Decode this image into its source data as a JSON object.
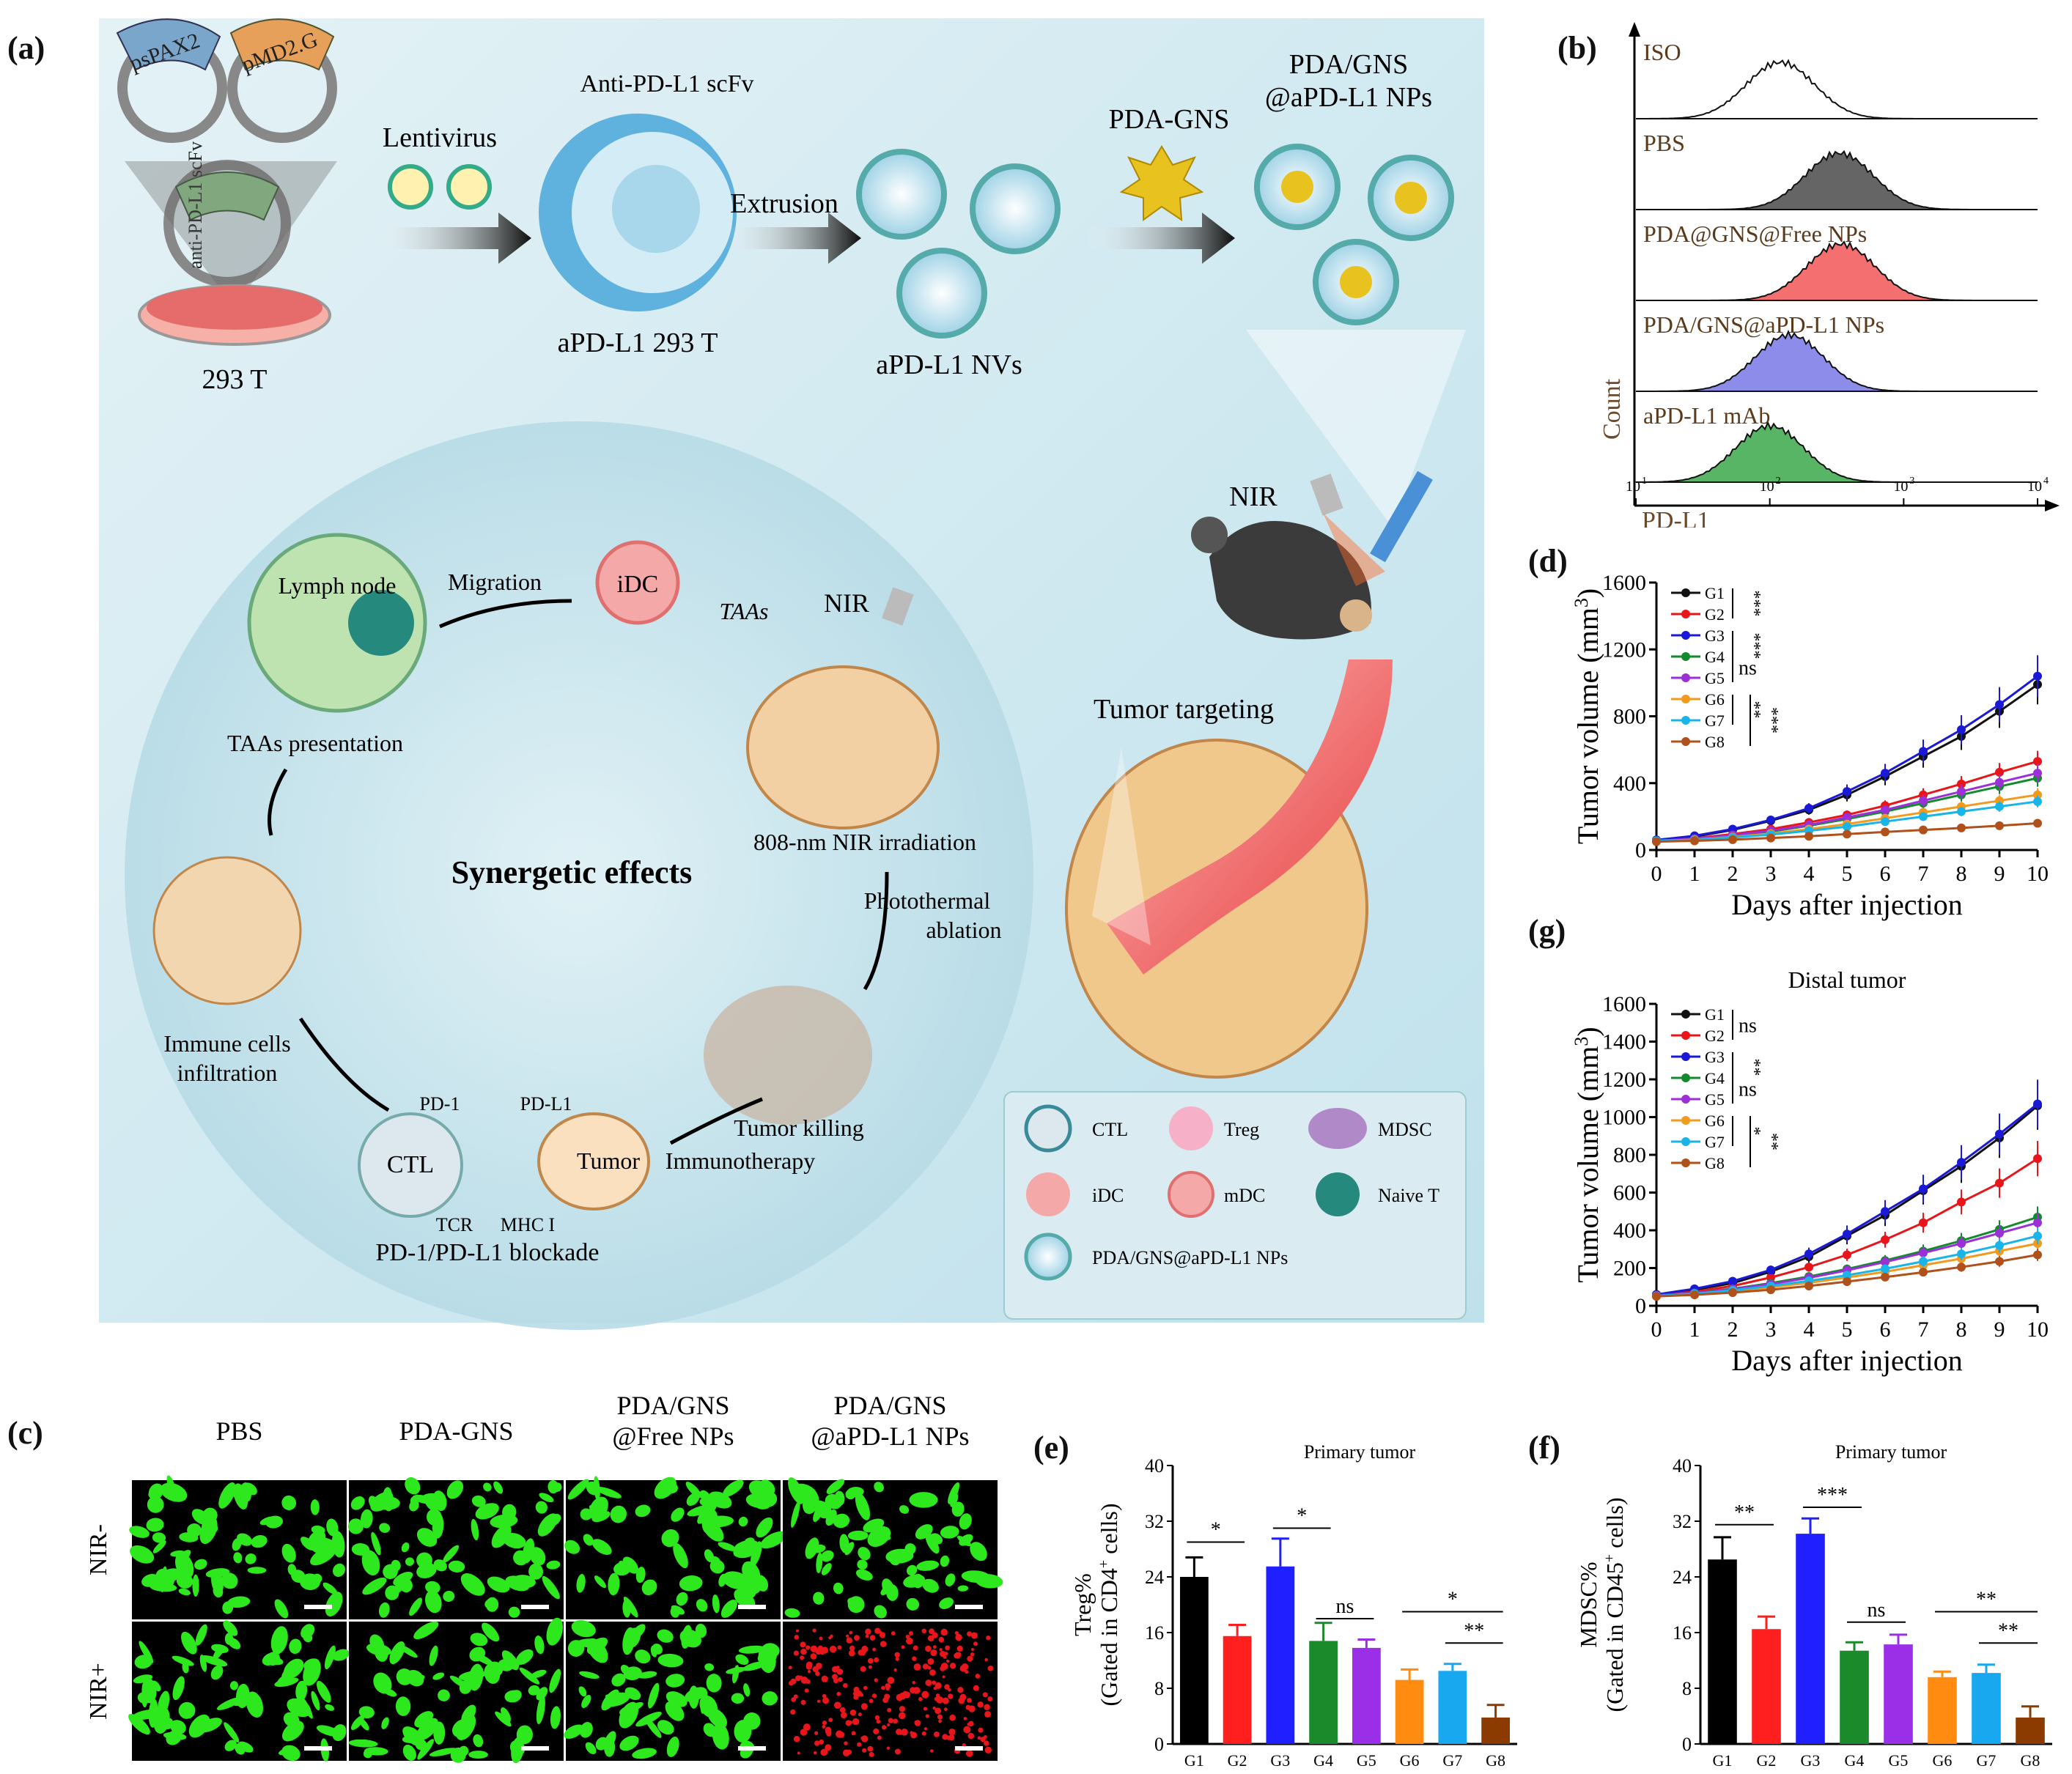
{
  "panel_labels": {
    "a": "(a)",
    "b": "(b)",
    "c": "(c)",
    "d": "(d)",
    "e": "(e)",
    "f": "(f)",
    "g": "(g)"
  },
  "schematic": {
    "plasmids": [
      "psPAX2",
      "pMD2.G",
      "anti-PD-L1 scFv"
    ],
    "cell_293t": "293 T",
    "lentivirus": "Lentivirus",
    "antibody_label": "Anti-PD-L1 scFv",
    "cell_apd": "aPD-L1 293 T",
    "extrusion": "Extrusion",
    "nvs": "aPD-L1 NVs",
    "pdagns": "PDA-GNS",
    "nps_title_1": "PDA/GNS",
    "nps_title_2": "@aPD-L1 NPs",
    "nir": "NIR",
    "tumor_targeting": "Tumor targeting",
    "migration": "Migration",
    "idc": "iDC",
    "taas": "TAAs",
    "lymph_node": "Lymph node",
    "taas_presentation": "TAAs presentation",
    "synergetic": "Synergetic effects",
    "nir_irradiation": "808-nm NIR irradiation",
    "photothermal_1": "Photothermal",
    "photothermal_2": "ablation",
    "immune_1": "Immune cells",
    "immune_2": "infiltration",
    "pd1": "PD-1",
    "pdl1": "PD-L1",
    "ctl": "CTL",
    "tumor": "Tumor",
    "tcr": "TCR",
    "mhc": "MHC I",
    "blockade": "PD-1/PD-L1 blockade",
    "immunotherapy": "Immunotherapy",
    "tumor_killing": "Tumor killing",
    "legend": {
      "ctl": "CTL",
      "treg": "Treg",
      "mdsc": "MDSC",
      "idc": "iDC",
      "mdc": "mDC",
      "naive": "Naive T",
      "nps": "PDA/GNS@aPD-L1 NPs"
    }
  },
  "flow": {
    "rows": [
      {
        "label": "ISO",
        "color": "#ffffff",
        "peak": 120
      },
      {
        "label": "PBS",
        "color": "#4a4a4a",
        "peak": 330
      },
      {
        "label": "PDA@GNS@Free NPs",
        "color": "#f25656",
        "peak": 340
      },
      {
        "label": "PDA/GNS@aPD-L1 NPs",
        "color": "#7a78e6",
        "peak": 140
      },
      {
        "label": "aPD-L1 mAb",
        "color": "#3aa84a",
        "peak": 100
      }
    ],
    "ylabel": "Count",
    "xlabel": "PD-L1",
    "ticks": [
      {
        "base": "10",
        "exp": "1"
      },
      {
        "base": "10",
        "exp": "2"
      },
      {
        "base": "10",
        "exp": "3"
      },
      {
        "base": "10",
        "exp": "4"
      }
    ]
  },
  "micrographs": {
    "cols": [
      "PBS",
      "PDA-GNS",
      "PDA/GNS\n@Free NPs",
      "PDA/GNS\n@aPD-L1 NPs"
    ],
    "rows": [
      "NIR-",
      "NIR+"
    ]
  },
  "chart_data": [
    {
      "id": "d",
      "type": "line",
      "title": "",
      "xlabel": "Days after injection",
      "ylabel": "Tumor volume (mm3)",
      "x": [
        0,
        1,
        2,
        3,
        4,
        5,
        6,
        7,
        8,
        9,
        10
      ],
      "ylim": [
        0,
        1600
      ],
      "yticks": [
        0,
        400,
        800,
        1200,
        1600
      ],
      "series": [
        {
          "name": "G1",
          "color": "#111111",
          "values": [
            60,
            80,
            120,
            175,
            240,
            330,
            440,
            560,
            680,
            830,
            990
          ]
        },
        {
          "name": "G2",
          "color": "#e8161a",
          "values": [
            55,
            70,
            95,
            125,
            165,
            210,
            265,
            330,
            395,
            465,
            530
          ]
        },
        {
          "name": "G3",
          "color": "#1a1ad6",
          "values": [
            60,
            85,
            125,
            180,
            250,
            350,
            460,
            590,
            720,
            870,
            1040
          ]
        },
        {
          "name": "G4",
          "color": "#128a2e",
          "values": [
            55,
            65,
            85,
            110,
            145,
            185,
            230,
            280,
            330,
            380,
            430
          ]
        },
        {
          "name": "G5",
          "color": "#9b2fd8",
          "values": [
            55,
            68,
            90,
            115,
            150,
            195,
            240,
            295,
            350,
            405,
            460
          ]
        },
        {
          "name": "G6",
          "color": "#f29a1e",
          "values": [
            55,
            62,
            78,
            98,
            125,
            155,
            190,
            225,
            260,
            295,
            330
          ]
        },
        {
          "name": "G7",
          "color": "#19b4e8",
          "values": [
            55,
            60,
            75,
            92,
            115,
            140,
            170,
            200,
            230,
            260,
            290
          ]
        },
        {
          "name": "G8",
          "color": "#b0501a",
          "values": [
            50,
            55,
            62,
            72,
            82,
            95,
            108,
            120,
            132,
            145,
            160
          ]
        }
      ],
      "significance": [
        "***",
        "***",
        "ns",
        "**",
        "***"
      ]
    },
    {
      "id": "g",
      "type": "line",
      "title": "Distal tumor",
      "xlabel": "Days after injection",
      "ylabel": "Tumor volume (mm3)",
      "x": [
        0,
        1,
        2,
        3,
        4,
        5,
        6,
        7,
        8,
        9,
        10
      ],
      "ylim": [
        0,
        1600
      ],
      "yticks": [
        0,
        200,
        400,
        600,
        800,
        1000,
        1200,
        1400,
        1600
      ],
      "series": [
        {
          "name": "G1",
          "color": "#111111",
          "values": [
            60,
            85,
            120,
            180,
            260,
            370,
            480,
            610,
            740,
            890,
            1060
          ]
        },
        {
          "name": "G2",
          "color": "#e8161a",
          "values": [
            55,
            75,
            105,
            150,
            205,
            270,
            350,
            440,
            550,
            650,
            780
          ]
        },
        {
          "name": "G3",
          "color": "#1a1ad6",
          "values": [
            60,
            90,
            130,
            190,
            275,
            380,
            500,
            620,
            760,
            910,
            1070
          ]
        },
        {
          "name": "G4",
          "color": "#128a2e",
          "values": [
            55,
            68,
            90,
            120,
            155,
            195,
            240,
            290,
            345,
            405,
            470
          ]
        },
        {
          "name": "G5",
          "color": "#9b2fd8",
          "values": [
            55,
            67,
            88,
            115,
            148,
            188,
            232,
            280,
            330,
            385,
            440
          ]
        },
        {
          "name": "G6",
          "color": "#f29a1e",
          "values": [
            50,
            62,
            78,
            98,
            122,
            150,
            180,
            215,
            250,
            290,
            330
          ]
        },
        {
          "name": "G7",
          "color": "#19b4e8",
          "values": [
            52,
            64,
            82,
            105,
            132,
            162,
            196,
            235,
            275,
            320,
            370
          ]
        },
        {
          "name": "G8",
          "color": "#b0501a",
          "values": [
            50,
            58,
            70,
            85,
            105,
            128,
            152,
            178,
            205,
            235,
            270
          ]
        }
      ],
      "significance": [
        "ns",
        "**",
        "ns",
        "*",
        "**"
      ]
    },
    {
      "id": "e",
      "type": "bar",
      "title": "Primary tumor",
      "ylabel": "Treg% (Gated in CD4+ cells)",
      "categories": [
        "G1",
        "G2",
        "G3",
        "G4",
        "G5",
        "G6",
        "G7",
        "G8"
      ],
      "values": [
        24,
        15.5,
        25.5,
        14.8,
        13.8,
        9.2,
        10.5,
        3.8
      ],
      "errors": [
        2.8,
        1.6,
        4.0,
        2.6,
        1.2,
        1.5,
        1.0,
        1.8
      ],
      "colors": [
        "#000000",
        "#ff1f1f",
        "#1f1fff",
        "#1a8a2a",
        "#9b2fe8",
        "#ff8c10",
        "#18a8f0",
        "#8b3a00"
      ],
      "ylim": [
        0,
        40
      ],
      "yticks": [
        0,
        8,
        16,
        24,
        32,
        40
      ],
      "significance": [
        {
          "from": 0,
          "to": 1,
          "label": "*",
          "level": 29
        },
        {
          "from": 2,
          "to": 3,
          "label": "*",
          "level": 31
        },
        {
          "from": 3,
          "to": 4,
          "label": "ns",
          "level": 18
        },
        {
          "from": 5,
          "to": 7,
          "label": "*",
          "level": 19
        },
        {
          "from": 6,
          "to": 7,
          "label": "**",
          "level": 14.5
        }
      ]
    },
    {
      "id": "f",
      "type": "bar",
      "title": "Primary tumor",
      "ylabel": "MDSC% (Gated in CD45+ cells)",
      "categories": [
        "G1",
        "G2",
        "G3",
        "G4",
        "G5",
        "G6",
        "G7",
        "G8"
      ],
      "values": [
        26.5,
        16.5,
        30.2,
        13.4,
        14.3,
        9.6,
        10.2,
        3.8
      ],
      "errors": [
        3.2,
        1.8,
        2.2,
        1.2,
        1.4,
        0.8,
        1.2,
        1.6
      ],
      "colors": [
        "#000000",
        "#ff1f1f",
        "#1f1fff",
        "#1a8a2a",
        "#9b2fe8",
        "#ff8c10",
        "#18a8f0",
        "#8b3a00"
      ],
      "ylim": [
        0,
        40
      ],
      "yticks": [
        0,
        8,
        16,
        24,
        32,
        40
      ],
      "significance": [
        {
          "from": 0,
          "to": 1,
          "label": "**",
          "level": 31.5
        },
        {
          "from": 2,
          "to": 3,
          "label": "***",
          "level": 34
        },
        {
          "from": 3,
          "to": 4,
          "label": "ns",
          "level": 17.5
        },
        {
          "from": 5,
          "to": 7,
          "label": "**",
          "level": 19
        },
        {
          "from": 6,
          "to": 7,
          "label": "**",
          "level": 14.5
        }
      ]
    }
  ]
}
